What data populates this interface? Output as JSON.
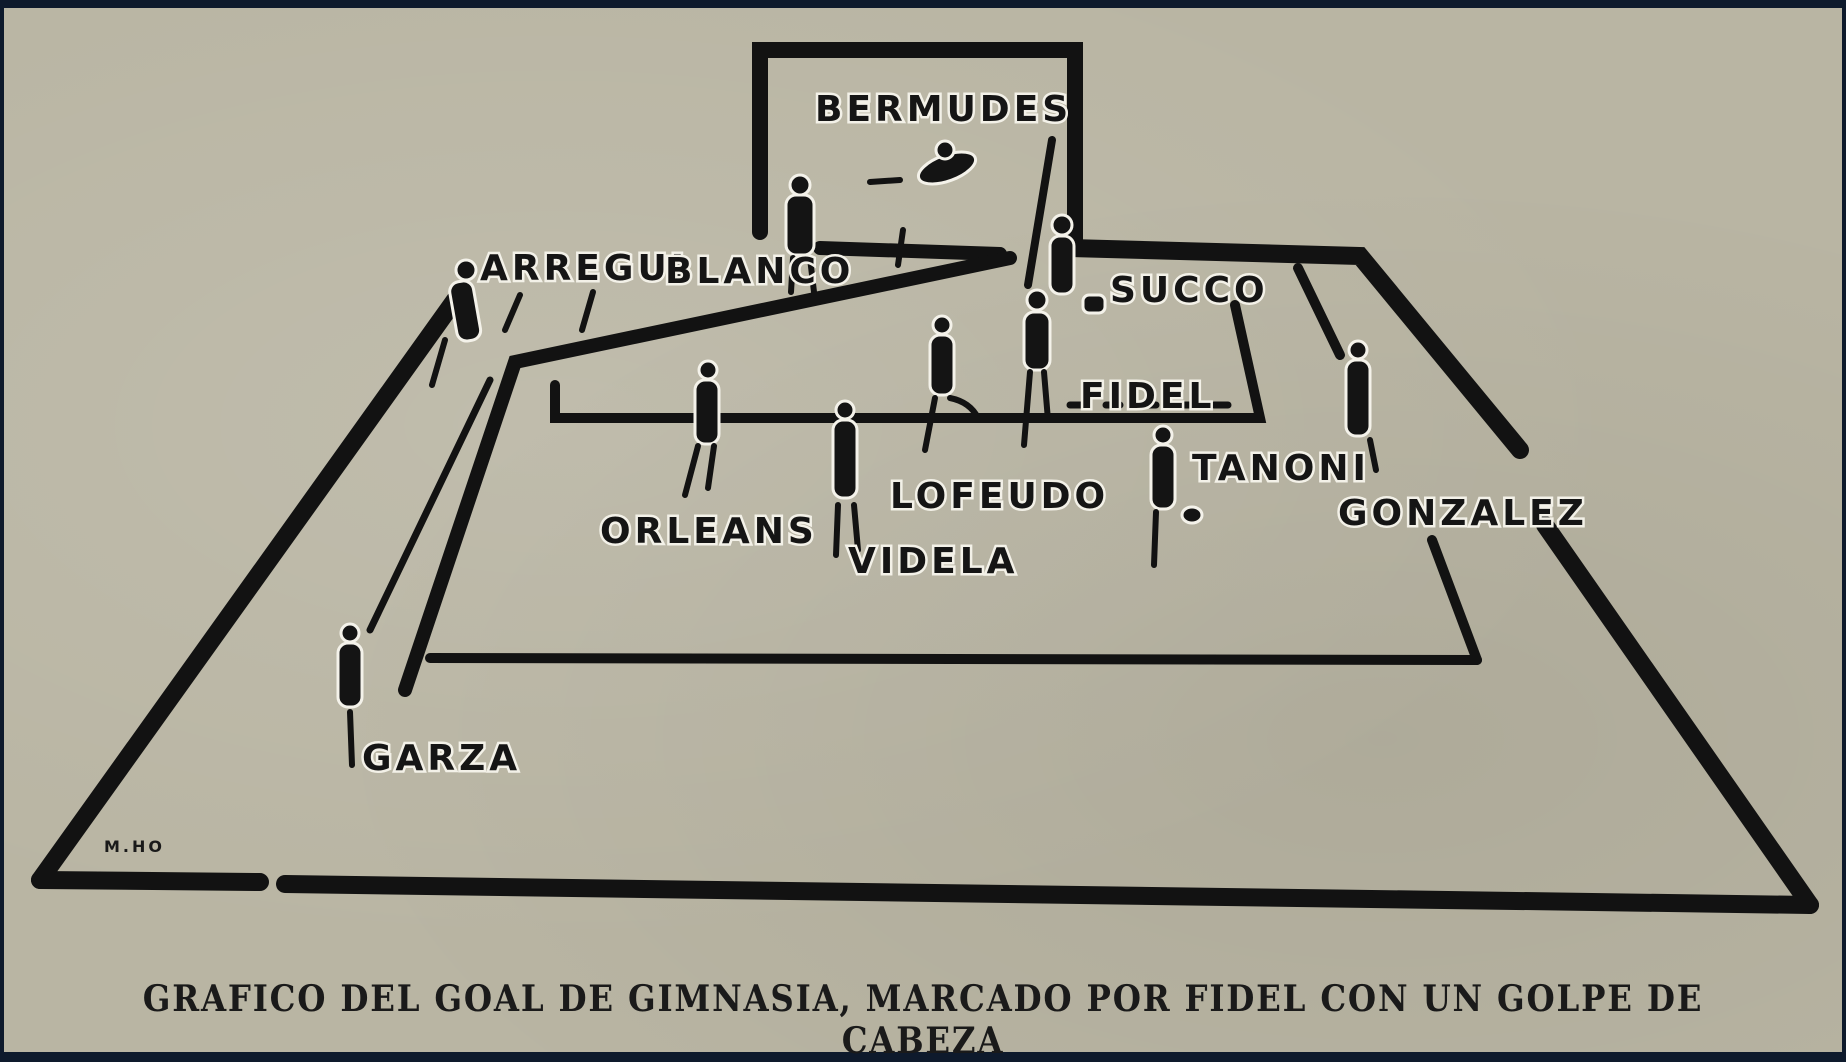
{
  "caption": "GRAFICO DEL GOAL DE GIMNASIA, MARCADO POR FIDEL CON  UN GOLPE DE CABEZA",
  "signature": "M.HO",
  "players": {
    "bermudes": "BERMUDES",
    "arregui": "ARREGUI",
    "blanco": "BLANCO",
    "succo": "SUCCO",
    "fidel": "FIDEL",
    "orleans": "ORLEANS",
    "lofeudo": "LOFEUDO",
    "videla": "VIDELA",
    "tanoni": "TANONI",
    "gonzalez": "GONZALEZ",
    "garza": "GARZA"
  }
}
